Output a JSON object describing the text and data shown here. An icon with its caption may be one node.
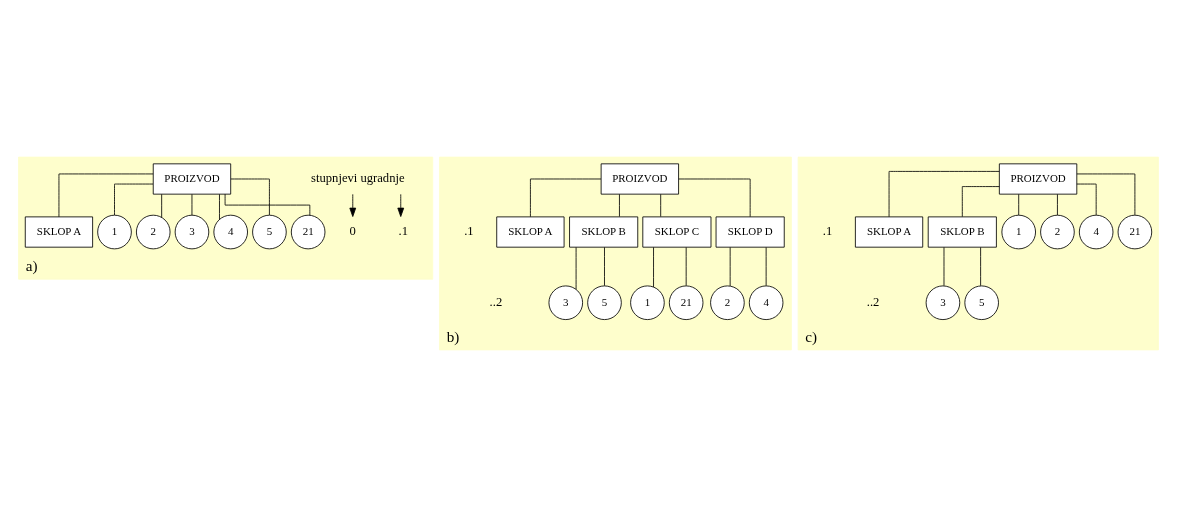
{
  "diagram": {
    "nodes": [
      {
        "text": [
          "a)"
        ]
      },
      {
        "text": [
          "stupnjevi ugradnje"
        ],
        "in": 0
      },
      {
        "text": [
          "0"
        ],
        "in": 0
      },
      {
        "text": [
          ".1"
        ],
        "in": 0
      },
      {
        "text": [
          "PROIZVOD"
        ],
        "in": 0
      },
      {
        "text": [
          "SKLOP A"
        ],
        "in": 0
      },
      {
        "text": [
          "1"
        ],
        "in": 0
      },
      {
        "text": [
          "2"
        ],
        "in": 0
      },
      {
        "text": [
          "3"
        ],
        "in": 0
      },
      {
        "text": [
          "4"
        ],
        "in": 0
      },
      {
        "text": [
          "5"
        ],
        "in": 0
      },
      {
        "text": [
          "21"
        ],
        "in": 0
      },
      {
        "text": [
          "b)"
        ]
      },
      {
        "text": [
          "PROIZVOD"
        ],
        "in": 12
      },
      {
        "text": [
          "SKLOP A"
        ],
        "in": 12
      },
      {
        "text": [
          "SKLOP B"
        ],
        "in": 12
      },
      {
        "text": [
          "SKLOP C"
        ],
        "in": 12
      },
      {
        "text": [
          "SKLOP D"
        ],
        "in": 12
      },
      {
        "text": [
          "3"
        ],
        "in": 12
      },
      {
        "text": [
          "5"
        ],
        "in": 12
      },
      {
        "text": [
          "1"
        ],
        "in": 12
      },
      {
        "text": [
          "21"
        ],
        "in": 12
      },
      {
        "text": [
          "2"
        ],
        "in": 12
      },
      {
        "text": [
          "4"
        ],
        "in": 12
      },
      {
        "text": [
          "c)"
        ]
      },
      {
        "text": [
          "PROIZVOD"
        ],
        "in": 24
      },
      {
        "text": [
          "SKLOP A"
        ],
        "in": 24
      },
      {
        "text": [
          "SKLOP B"
        ],
        "in": 24
      },
      {
        "text": [
          "1"
        ],
        "in": 24
      },
      {
        "text": [
          "2"
        ],
        "in": 24
      },
      {
        "text": [
          "4"
        ],
        "in": 24
      },
      {
        "text": [
          "21"
        ],
        "in": 24
      },
      {
        "text": [
          "3"
        ],
        "in": 24
      },
      {
        "text": [
          "5"
        ],
        "in": 24
      }
    ],
    "edges": [
      {
        "from": 1,
        "to": 2,
        "arrow": "to"
      },
      {
        "from": 1,
        "to": 3,
        "arrow": "to"
      },
      {
        "from": 4,
        "to": 5,
        "arrow": "none"
      },
      {
        "from": 4,
        "to": 6,
        "arrow": "none"
      },
      {
        "from": 4,
        "to": 7,
        "arrow": "none"
      },
      {
        "from": 4,
        "to": 8,
        "arrow": "none"
      },
      {
        "from": 4,
        "to": 9,
        "arrow": "none"
      },
      {
        "from": 4,
        "to": 10,
        "arrow": "none"
      },
      {
        "from": 4,
        "to": 11,
        "arrow": "none"
      },
      {
        "from": 13,
        "to": 14,
        "arrow": "none"
      },
      {
        "from": 13,
        "to": 15,
        "arrow": "none"
      },
      {
        "from": 13,
        "to": 16,
        "arrow": "none"
      },
      {
        "from": 13,
        "to": 17,
        "arrow": "none"
      },
      {
        "from": 15,
        "to": 18,
        "arrow": "none"
      },
      {
        "from": 15,
        "to": 19,
        "arrow": "none"
      },
      {
        "from": 16,
        "to": 20,
        "arrow": "none"
      },
      {
        "from": 16,
        "to": 21,
        "arrow": "none"
      },
      {
        "from": 17,
        "to": 22,
        "arrow": "none"
      },
      {
        "from": 17,
        "to": 23,
        "arrow": "none"
      },
      {
        "from": 25,
        "to": 26,
        "arrow": "none"
      },
      {
        "from": 25,
        "to": 27,
        "arrow": "none"
      },
      {
        "from": 25,
        "to": 28,
        "arrow": "none"
      },
      {
        "from": 25,
        "to": 29,
        "arrow": "none"
      },
      {
        "from": 25,
        "to": 30,
        "arrow": "none"
      },
      {
        "from": 25,
        "to": 31,
        "arrow": "none"
      },
      {
        "from": 27,
        "to": 32,
        "arrow": "none"
      },
      {
        "from": 27,
        "to": 33,
        "arrow": "none"
      }
    ],
    "labels": [
      ".1",
      "..2",
      ".1",
      "..2"
    ]
  }
}
